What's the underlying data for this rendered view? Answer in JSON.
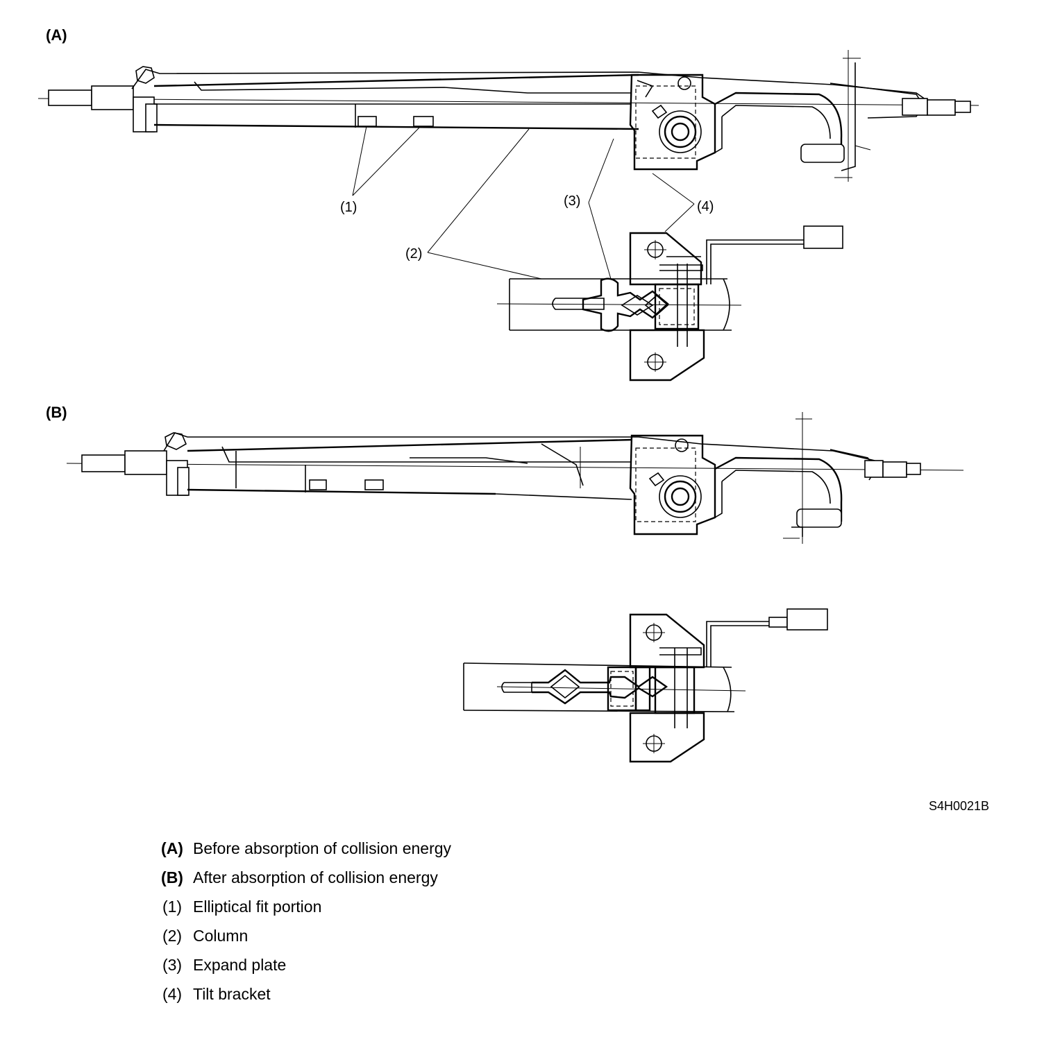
{
  "sections": {
    "a": "(A)",
    "b": "(B)"
  },
  "callouts": {
    "c1": "(1)",
    "c2": "(2)",
    "c3": "(3)",
    "c4": "(4)"
  },
  "figure_code": "S4H0021B",
  "legend": [
    {
      "key": "(A)",
      "text": "Before absorption of collision energy"
    },
    {
      "key": "(B)",
      "text": "After absorption of collision energy"
    },
    {
      "key": "(1)",
      "text": "Elliptical fit portion"
    },
    {
      "key": "(2)",
      "text": "Column"
    },
    {
      "key": "(3)",
      "text": "Expand plate"
    },
    {
      "key": "(4)",
      "text": "Tilt bracket"
    }
  ]
}
